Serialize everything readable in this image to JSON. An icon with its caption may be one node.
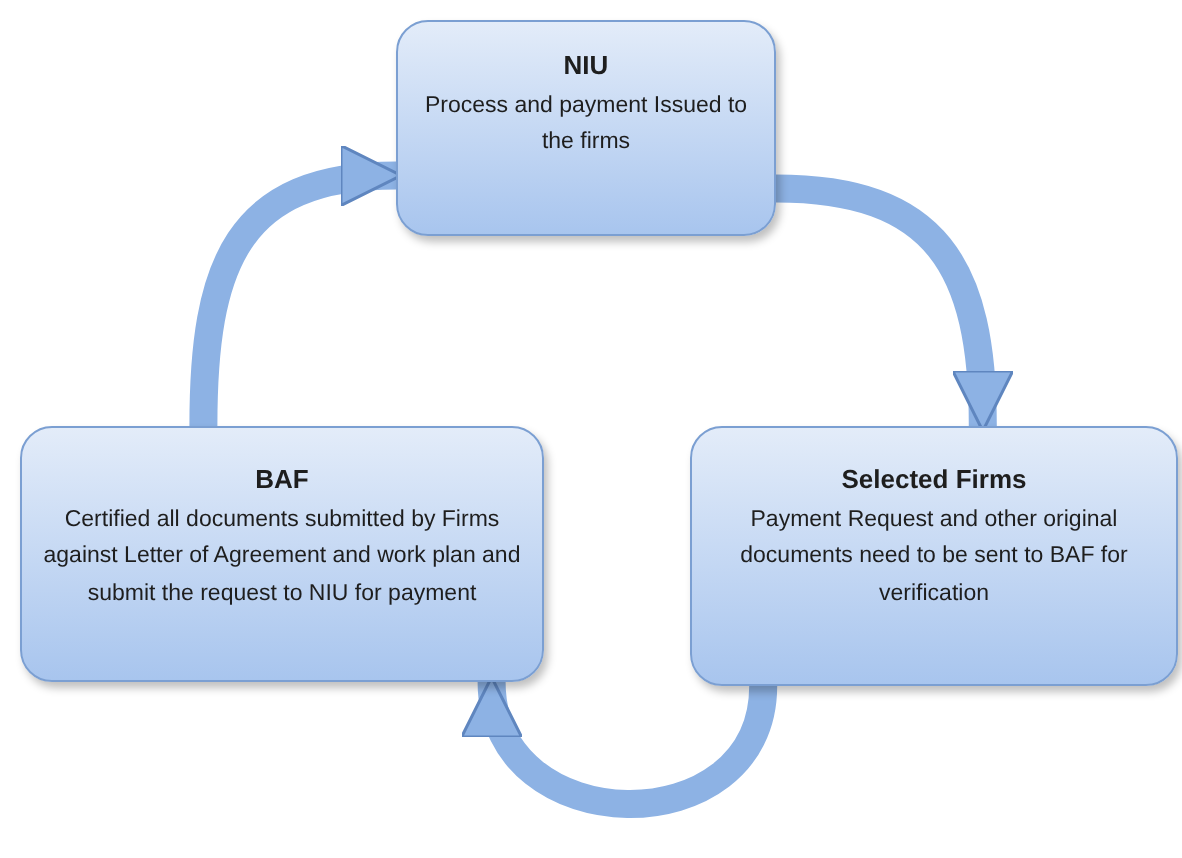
{
  "diagram": {
    "nodes": [
      {
        "text": [
          "NIU",
          "Process and payment Issued to the firms"
        ]
      },
      {
        "text": [
          "BAF",
          "Certified all documents submitted by Firms against Letter of Agreement and work plan and submit the request to NIU for payment"
        ]
      },
      {
        "text": [
          "Selected Firms",
          "Payment Request and other original documents need to be sent to BAF for verification"
        ]
      }
    ],
    "edges": [
      {
        "from": 1,
        "to": 0,
        "arrow": "to"
      },
      {
        "from": 0,
        "to": 2,
        "arrow": "to"
      },
      {
        "from": 2,
        "to": 1,
        "arrow": "to"
      }
    ]
  }
}
